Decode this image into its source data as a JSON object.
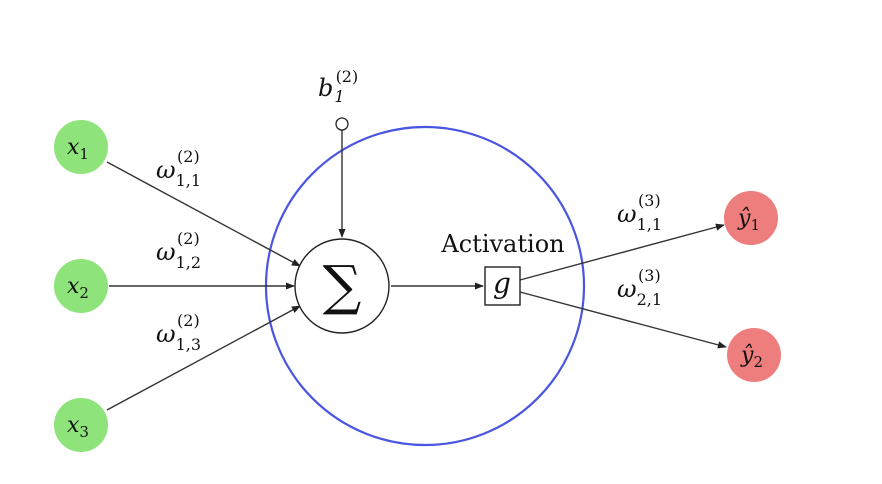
{
  "colors": {
    "input_node": "#8ee47a",
    "output_node": "#ee7d7d",
    "neuron_circle": "#4a55e0",
    "edge": "#333333"
  },
  "inputs": [
    {
      "base": "x",
      "sub": "1"
    },
    {
      "base": "x",
      "sub": "2"
    },
    {
      "base": "x",
      "sub": "3"
    }
  ],
  "outputs": [
    {
      "base": "ŷ",
      "sub": "1"
    },
    {
      "base": "ŷ",
      "sub": "2"
    }
  ],
  "bias": {
    "base": "b",
    "sub": "1",
    "sup": "(2)"
  },
  "weights_in": [
    {
      "base": "ω",
      "sub": "1,1",
      "sup": "(2)"
    },
    {
      "base": "ω",
      "sub": "1,2",
      "sup": "(2)"
    },
    {
      "base": "ω",
      "sub": "1,3",
      "sup": "(2)"
    }
  ],
  "weights_out": [
    {
      "base": "ω",
      "sub": "1,1",
      "sup": "(3)"
    },
    {
      "base": "ω",
      "sub": "2,1",
      "sup": "(3)"
    }
  ],
  "sum_symbol": "∑",
  "activation": {
    "label": "Activation",
    "symbol": "g"
  }
}
